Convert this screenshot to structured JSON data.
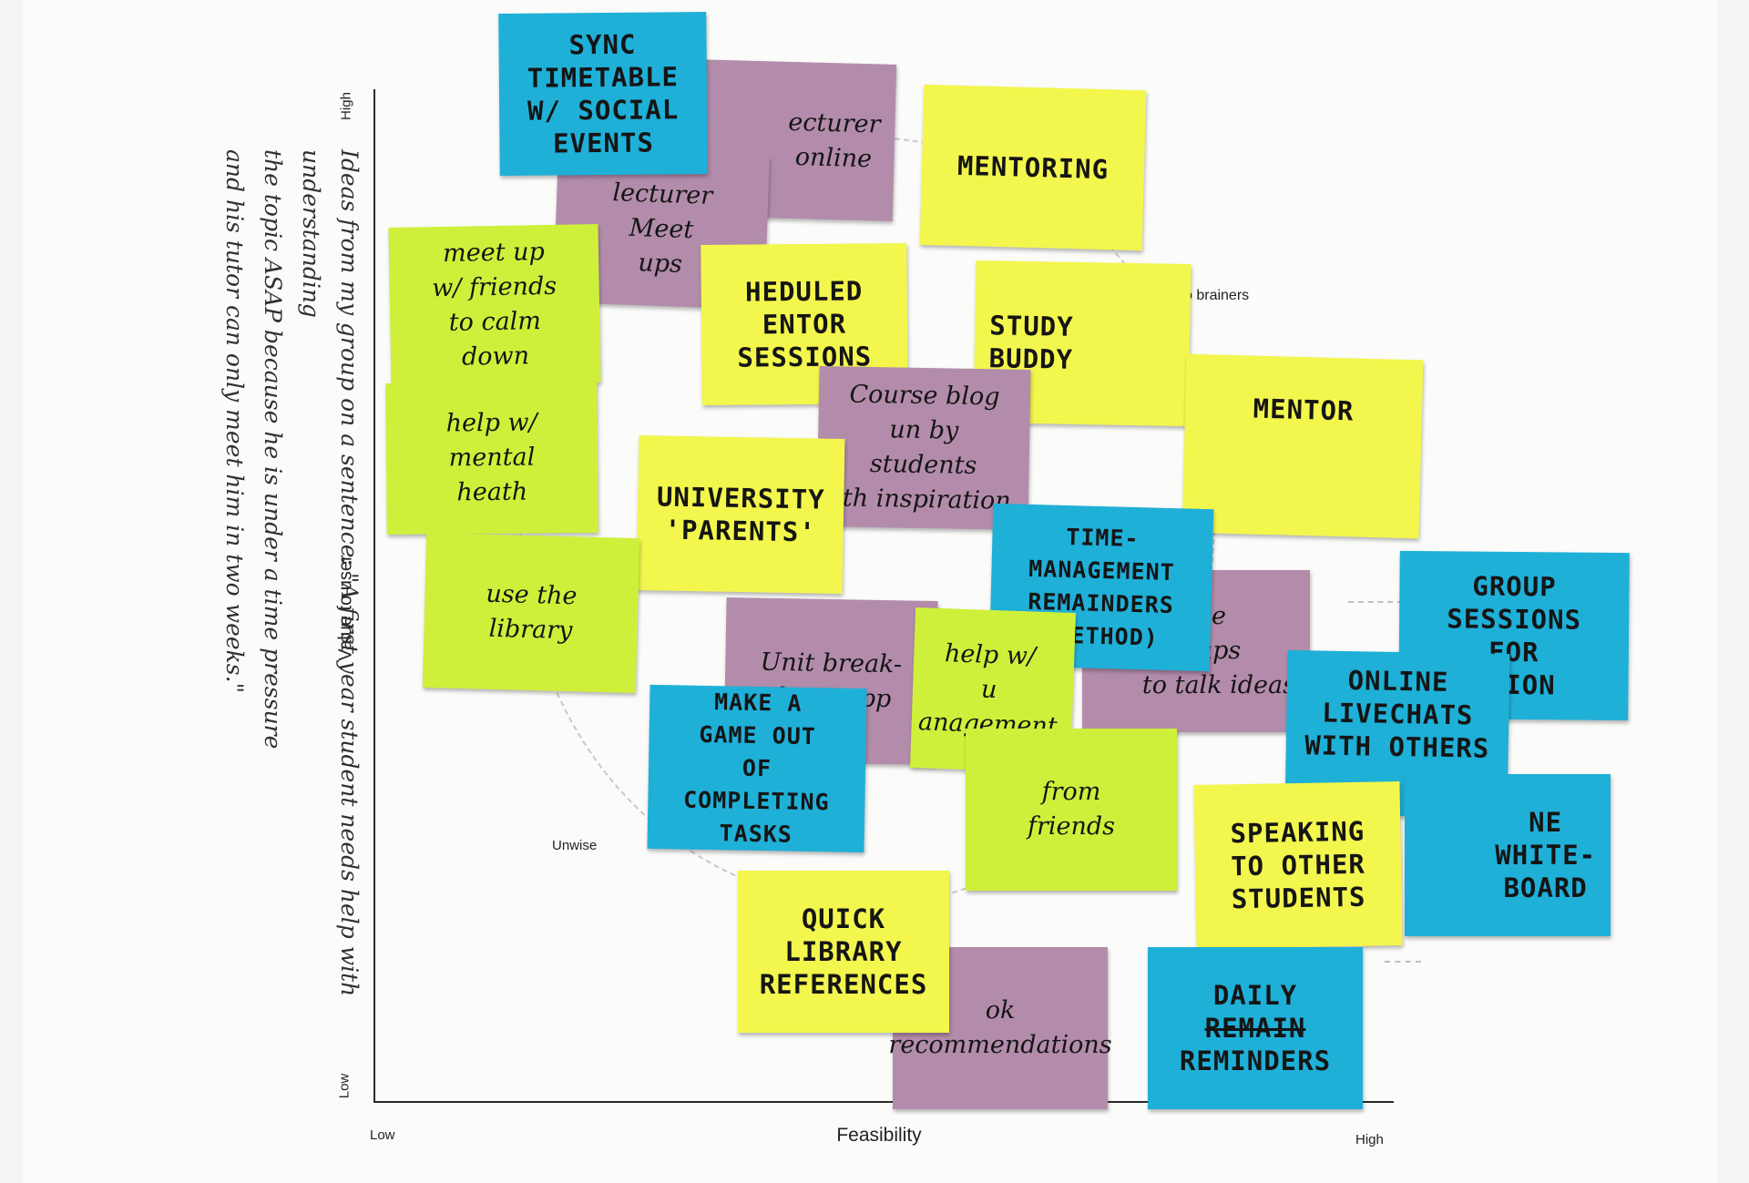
{
  "colors": {
    "paper": "#fbfbfa",
    "blue": "#1fb0d8",
    "purple": "#b38cab",
    "yellow": "#f3f74d",
    "green": "#cff03a"
  },
  "handnote": "Ideas from my group on a sentence: \"A first year student needs help with understanding\nthe topic ASAP because he is under a time pressure\nand his tutor can only meet him in two weeks.\"",
  "axes": {
    "y_title": "Value to user",
    "y_high": "High",
    "y_low": "Low",
    "x_title": "Feasibility",
    "x_low": "Low",
    "x_high": "High",
    "zone_unwise": "Unwise",
    "zone_no_brainers": "o brainers"
  },
  "notes": [
    {
      "id": "lecturer-online",
      "color": "purple",
      "style": "script",
      "text": "ecturer\n online"
    },
    {
      "id": "lecturer-meet-ups",
      "color": "purple",
      "style": "script",
      "text": "lecturer\nMeet\n   ups"
    },
    {
      "id": "sync-timetable",
      "color": "blue",
      "style": "block",
      "text": "SYNC\nTIMETABLE\nW/ SOCIAL\nEVENTS"
    },
    {
      "id": "mentoring",
      "color": "yellow",
      "style": "block",
      "text": "MENTORING"
    },
    {
      "id": "meet-up-friends",
      "color": "green",
      "style": "script",
      "text": "meet up\nw/ friends\nto calm\n   down"
    },
    {
      "id": "scheduled-mentor",
      "color": "yellow",
      "style": "block",
      "text": "HEDULED\nENTOR\nSESSIONS"
    },
    {
      "id": "study-buddy",
      "color": "yellow",
      "style": "block",
      "text": "STUDY\nBUDDY"
    },
    {
      "id": "course-blog",
      "color": "purple",
      "style": "script",
      "text": "Course blog\nun by students\nith inspiration"
    },
    {
      "id": "mentor",
      "color": "yellow",
      "style": "block",
      "text": "MENTOR"
    },
    {
      "id": "help-mental-health",
      "color": "green",
      "style": "script",
      "text": "help w/\nmental\nheath"
    },
    {
      "id": "university-parents",
      "color": "yellow",
      "style": "block",
      "text": "UNIVERSITY\n'PARENTS'"
    },
    {
      "id": "use-library",
      "color": "green",
      "style": "script",
      "text": "use the\nlibrary"
    },
    {
      "id": "meet-ups-talk-ideas",
      "color": "purple",
      "style": "script",
      "text": "e\nups\nto talk ideas"
    },
    {
      "id": "time-management",
      "color": "blue",
      "style": "block",
      "text": "TIME-\nMANAGEMENT\nREMAINDERS\n(METHOD)"
    },
    {
      "id": "group-sessions",
      "color": "blue",
      "style": "block",
      "text": "GROUP\nSESSIONS\nFOR\n   ATION"
    },
    {
      "id": "unit-breakdown",
      "color": "purple",
      "style": "script",
      "text": "Unit break-\ndown app"
    },
    {
      "id": "help-management",
      "color": "green",
      "style": "script",
      "text": "help w/\nu\nanagement"
    },
    {
      "id": "help-from-friends",
      "color": "green",
      "style": "script",
      "text": "from\nfriends"
    },
    {
      "id": "make-a-game",
      "color": "blue",
      "style": "block",
      "text": "MAKE A\nGAME OUT\nOF COMPLETING\nTASKS"
    },
    {
      "id": "online-livechats",
      "color": "blue",
      "style": "block",
      "text": "ONLINE\nLIVECHATS\nWITH OTHERS"
    },
    {
      "id": "online-whiteboard",
      "color": "blue",
      "style": "block",
      "text": "NE\nWHITE-\nBOARD"
    },
    {
      "id": "speaking-students",
      "color": "yellow",
      "style": "block",
      "text": "SPEAKING\nTO OTHER\nSTUDENTS"
    },
    {
      "id": "book-recommendations",
      "color": "purple",
      "style": "script",
      "text": "ok\nrecommendations"
    },
    {
      "id": "quick-library",
      "color": "yellow",
      "style": "block",
      "text": "QUICK\nLIBRARY\nREFERENCES"
    },
    {
      "id": "daily-reminders",
      "color": "blue",
      "style": "block",
      "text": "DAILY\n\nREMINDERS",
      "struck": "REMAIN"
    }
  ]
}
